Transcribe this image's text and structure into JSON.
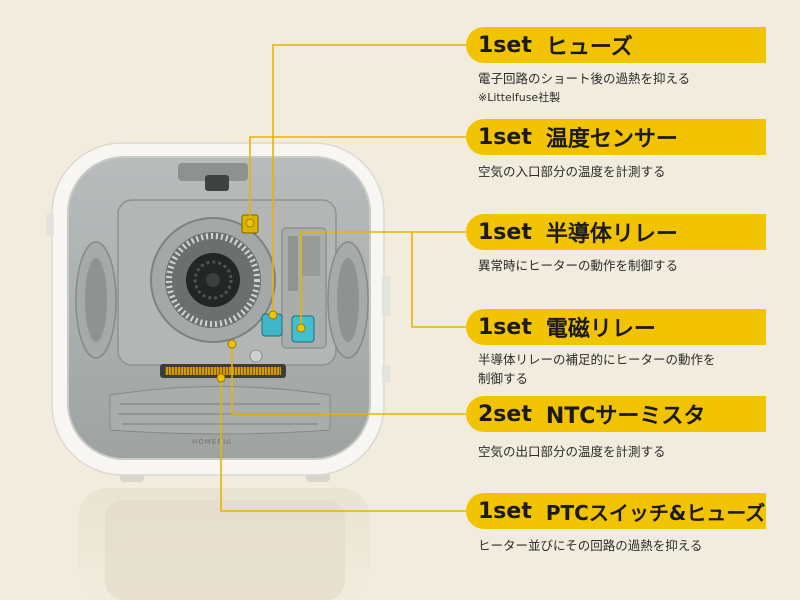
{
  "components": [
    {
      "qty": "1set",
      "name": "ヒューズ",
      "desc": [
        "電子回路のショート後の過熱を抑える"
      ],
      "note": "※Littelfuse社製"
    },
    {
      "qty": "1set",
      "name": "温度センサー",
      "desc": [
        "空気の入口部分の温度を計測する"
      ]
    },
    {
      "qty": "1set",
      "name": "半導体リレー",
      "desc": [
        "異常時にヒーターの動作を制御する"
      ]
    },
    {
      "qty": "1set",
      "name": "電磁リレー",
      "desc": [
        "半導体リレーの補足的にヒーターの動作を",
        "制御する"
      ]
    },
    {
      "qty": "2set",
      "name": "NTCサーミスタ",
      "desc": [
        "空気の出口部分の温度を計測する"
      ]
    },
    {
      "qty": "1set",
      "name": "PTCスイッチ&ヒューズ",
      "desc": [
        "ヒーター並びにその回路の過熱を抑える"
      ]
    }
  ],
  "device": {
    "brand_mark": "HOMERIA"
  },
  "colors": {
    "background": "#f1ecdd",
    "accent": "#f2c300",
    "leader_line": "#e8b400",
    "text": "#1a1a1a"
  }
}
